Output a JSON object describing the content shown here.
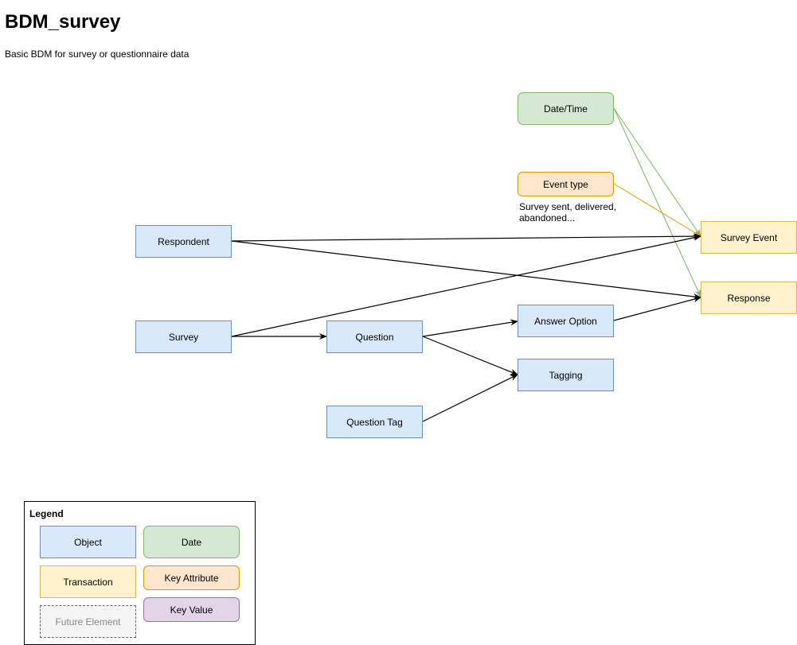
{
  "page": {
    "title": "BDM_survey",
    "subtitle": "Basic BDM for survey or questionnaire data"
  },
  "nodes": {
    "date_time": "Date/Time",
    "event_type": "Event type",
    "survey_event": "Survey Event",
    "response": "Response",
    "respondent": "Respondent",
    "survey": "Survey",
    "question": "Question",
    "answer_option": "Answer Option",
    "tagging": "Tagging",
    "question_tag": "Question Tag"
  },
  "notes": {
    "event_type_examples_line1": "Survey sent, delivered,",
    "event_type_examples_line2": "abandoned..."
  },
  "legend": {
    "title": "Legend",
    "object": "Object",
    "date": "Date",
    "transaction": "Transaction",
    "key_attribute": "Key Attribute",
    "future_element": "Future Element",
    "key_value": "Key Value"
  },
  "colors": {
    "object_fill": "#dae8fc",
    "object_stroke": "#6c8ebf",
    "transaction_fill": "#fff2cc",
    "transaction_stroke": "#d6b656",
    "date_fill": "#d5e8d4",
    "date_stroke": "#82b366",
    "key_attribute_fill": "#ffe6cc",
    "key_attribute_stroke": "#d79b00",
    "key_value_fill": "#e1d5e7",
    "key_value_stroke": "#9673a6",
    "future_fill": "#f5f5f5",
    "future_stroke": "#666666"
  }
}
